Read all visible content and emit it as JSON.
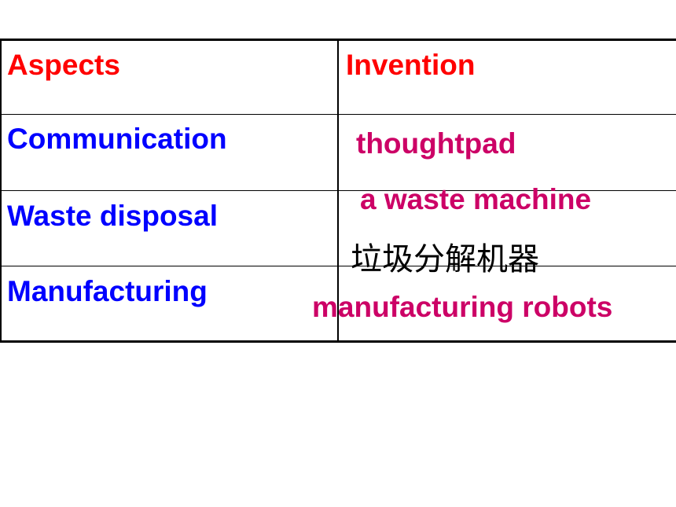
{
  "table": {
    "headers": {
      "aspects": "Aspects",
      "invention": "Invention"
    },
    "rows": [
      {
        "aspect": "Communication",
        "invention": "thoughtpad"
      },
      {
        "aspect": "Waste disposal",
        "invention": "a waste machine"
      },
      {
        "aspect": "Manufacturing",
        "invention": "manufacturing robots"
      }
    ]
  },
  "annotations": {
    "waste_machine_chinese": "垃圾分解机器"
  },
  "colors": {
    "header_text": "#ff0000",
    "aspect_text": "#0000ff",
    "invention_text": "#cc0066",
    "grid": "#000000"
  }
}
